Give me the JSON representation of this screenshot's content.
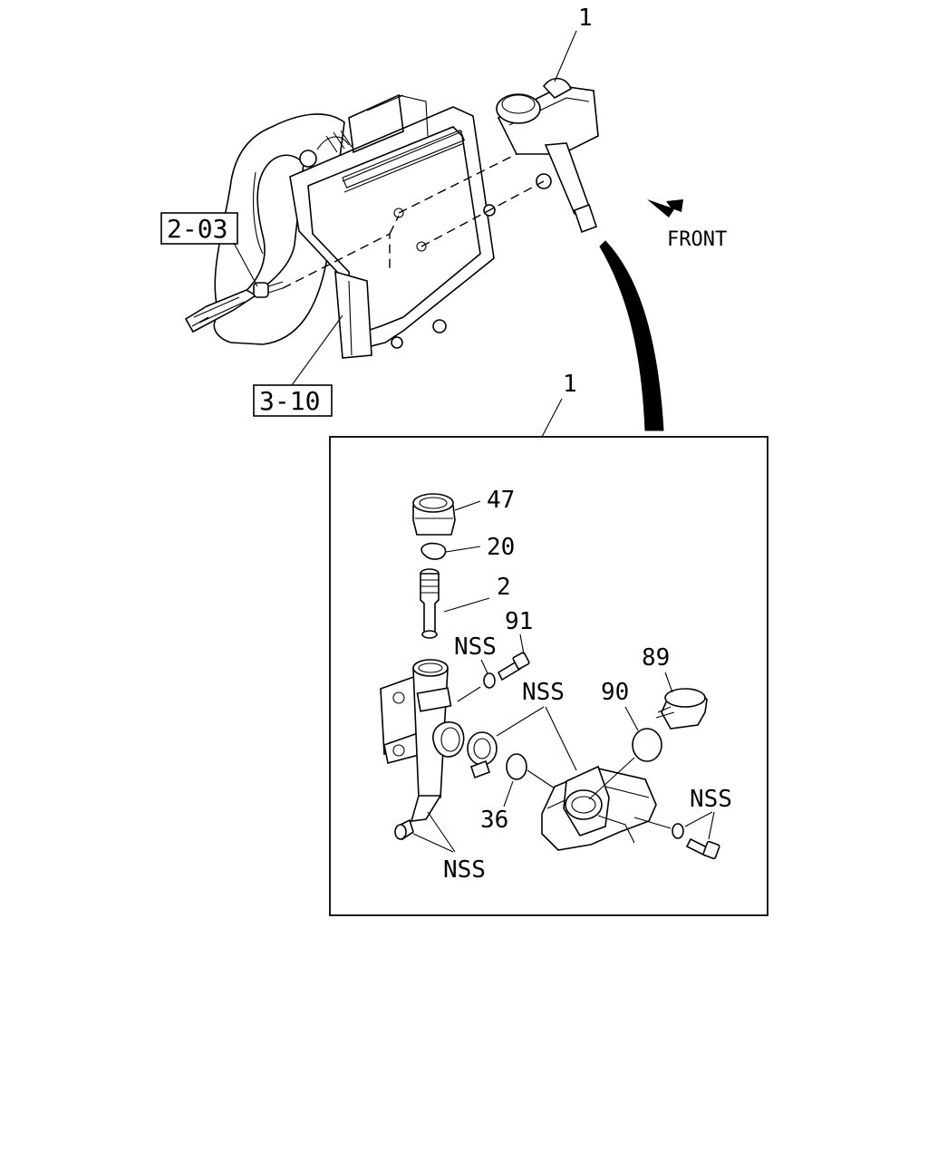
{
  "diagram": {
    "direction_label": "FRONT",
    "reference_boxes": [
      {
        "id": "ref-2-03",
        "label": "2-03"
      },
      {
        "id": "ref-3-10",
        "label": "3-10"
      }
    ],
    "callouts": {
      "top_assembly": "1",
      "detail_assembly": "1",
      "cap_47": "47",
      "ring_20": "20",
      "shaft_2": "2",
      "bolt_91": "91",
      "nss_washer": "NSS",
      "nss_clamp": "NSS",
      "o_ring_90": "90",
      "cap_89": "89",
      "o_ring_36": "36",
      "nss_right": "NSS",
      "nss_bottom": "NSS"
    }
  }
}
